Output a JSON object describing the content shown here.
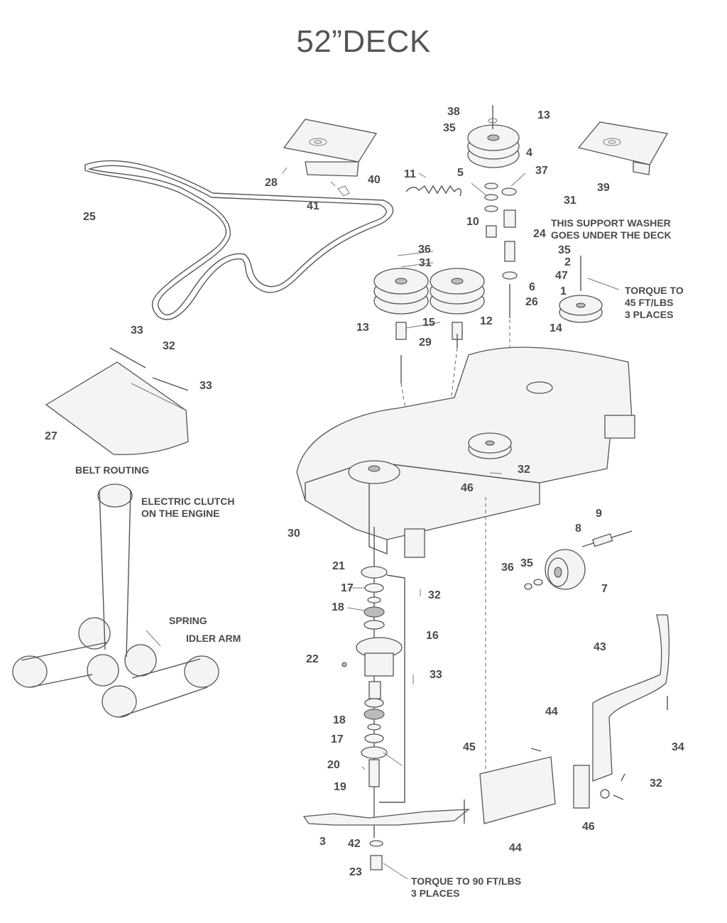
{
  "title": "52”DECK",
  "labels": [
    {
      "id": "38",
      "text": "38"
    },
    {
      "id": "13a",
      "text": "13"
    },
    {
      "id": "35a",
      "text": "35"
    },
    {
      "id": "4",
      "text": "4"
    },
    {
      "id": "37",
      "text": "37"
    },
    {
      "id": "28",
      "text": "28"
    },
    {
      "id": "40",
      "text": "40"
    },
    {
      "id": "41",
      "text": "41"
    },
    {
      "id": "11",
      "text": "11"
    },
    {
      "id": "5",
      "text": "5"
    },
    {
      "id": "39",
      "text": "39"
    },
    {
      "id": "25",
      "text": "25"
    },
    {
      "id": "31a",
      "text": "31"
    },
    {
      "id": "10",
      "text": "10"
    },
    {
      "id": "24",
      "text": "24"
    },
    {
      "id": "36a",
      "text": "36"
    },
    {
      "id": "35b",
      "text": "35"
    },
    {
      "id": "31b",
      "text": "31"
    },
    {
      "id": "2",
      "text": "2"
    },
    {
      "id": "47",
      "text": "47"
    },
    {
      "id": "6",
      "text": "6"
    },
    {
      "id": "1",
      "text": "1"
    },
    {
      "id": "26",
      "text": "26"
    },
    {
      "id": "13b",
      "text": "13"
    },
    {
      "id": "15",
      "text": "15"
    },
    {
      "id": "12",
      "text": "12"
    },
    {
      "id": "14",
      "text": "14"
    },
    {
      "id": "33a",
      "text": "33"
    },
    {
      "id": "32a",
      "text": "32"
    },
    {
      "id": "29",
      "text": "29"
    },
    {
      "id": "33b",
      "text": "33"
    },
    {
      "id": "27",
      "text": "27"
    },
    {
      "id": "32b",
      "text": "32"
    },
    {
      "id": "46a",
      "text": "46"
    },
    {
      "id": "30",
      "text": "30"
    },
    {
      "id": "9",
      "text": "9"
    },
    {
      "id": "8",
      "text": "8"
    },
    {
      "id": "21",
      "text": "21"
    },
    {
      "id": "36b",
      "text": "36"
    },
    {
      "id": "35c",
      "text": "35"
    },
    {
      "id": "17a",
      "text": "17"
    },
    {
      "id": "7",
      "text": "7"
    },
    {
      "id": "32c",
      "text": "32"
    },
    {
      "id": "18a",
      "text": "18"
    },
    {
      "id": "16",
      "text": "16"
    },
    {
      "id": "43",
      "text": "43"
    },
    {
      "id": "22",
      "text": "22"
    },
    {
      "id": "33c",
      "text": "33"
    },
    {
      "id": "44a",
      "text": "44"
    },
    {
      "id": "34",
      "text": "34"
    },
    {
      "id": "18b",
      "text": "18"
    },
    {
      "id": "45",
      "text": "45"
    },
    {
      "id": "17b",
      "text": "17"
    },
    {
      "id": "20",
      "text": "20"
    },
    {
      "id": "32d",
      "text": "32"
    },
    {
      "id": "19",
      "text": "19"
    },
    {
      "id": "46b",
      "text": "46"
    },
    {
      "id": "3",
      "text": "3"
    },
    {
      "id": "42",
      "text": "42"
    },
    {
      "id": "44b",
      "text": "44"
    },
    {
      "id": "23",
      "text": "23"
    }
  ],
  "notes": {
    "support_washer": [
      "THIS SUPPORT WASHER",
      "GOES UNDER THE DECK"
    ],
    "torque_45": [
      "TORQUE TO",
      "45 FT/LBS",
      "3 PLACES"
    ],
    "belt_routing": "BELT ROUTING",
    "electric_clutch": [
      "ELECTRIC CLUTCH",
      "ON THE ENGINE"
    ],
    "spring": "SPRING",
    "idler_arm": "IDLER ARM",
    "torque_90": [
      "TORQUE TO 90 FT/LBS",
      "3 PLACES"
    ]
  }
}
